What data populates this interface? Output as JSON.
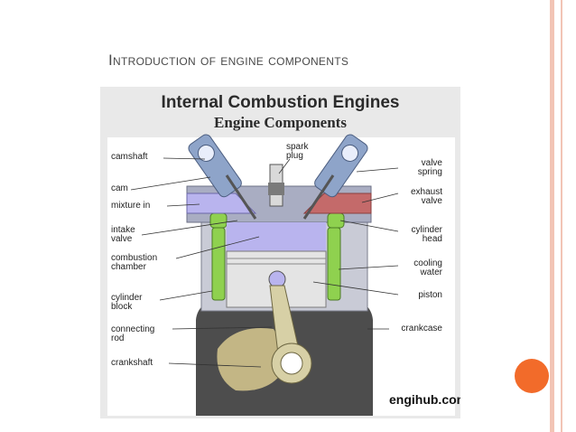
{
  "slide": {
    "title": "Introduction of engine components"
  },
  "figure": {
    "title": "Internal Combustion Engines",
    "subtitle": "Engine Components",
    "watermark": "engihub.com",
    "labels_left": {
      "camshaft": "camshaft",
      "cam": "cam",
      "mixture_in": "mixture in",
      "intake_valve": "intake\nvalve",
      "combustion_chamber": "combustion\nchamber",
      "cylinder_block": "cylinder\nblock",
      "connecting_rod": "connecting\nrod",
      "crankshaft": "crankshaft"
    },
    "labels_right": {
      "valve_spring": "valve\nspring",
      "exhaust_valve": "exhaust\nvalve",
      "cylinder_head": "cylinder\nhead",
      "cooling_water": "cooling\nwater",
      "piston": "piston",
      "crankcase": "crankcase"
    },
    "label_top": {
      "spark_plug": "spark\nplug"
    }
  },
  "colors": {
    "accent": "#f26b2a",
    "border": "#f2c4b5",
    "cooling": "#8fd14f",
    "chamber": "#b9b4ee",
    "exhaust": "#c46a6a",
    "head": "#9fa3b8",
    "crankcase": "#4a4a4a"
  }
}
